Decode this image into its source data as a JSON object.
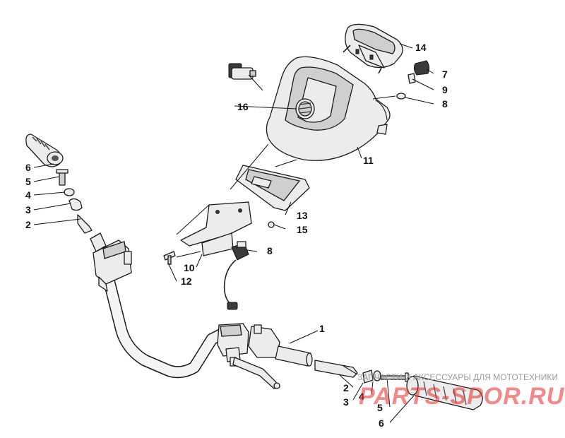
{
  "diagram": {
    "callouts": {
      "c1": "1",
      "c2_left": "2",
      "c3_left": "3",
      "c4_left": "4",
      "c5_left": "5",
      "c6_left": "6",
      "c2_right": "2",
      "c3_right": "3",
      "c4_right": "4",
      "c5_right": "5",
      "c6_right": "6",
      "c7": "7",
      "c8_top": "8",
      "c8_mid": "8",
      "c9": "9",
      "c10": "10",
      "c11": "11",
      "c12": "12",
      "c13": "13",
      "c14": "14",
      "c15": "15",
      "c16": "16"
    },
    "watermark": {
      "top_text": "ЗАПЧАСТИ И АКСЕССУАРЫ ДЛЯ МОТОТЕХНИКИ",
      "logo_text": "PARTS-SPOR.RU"
    }
  }
}
